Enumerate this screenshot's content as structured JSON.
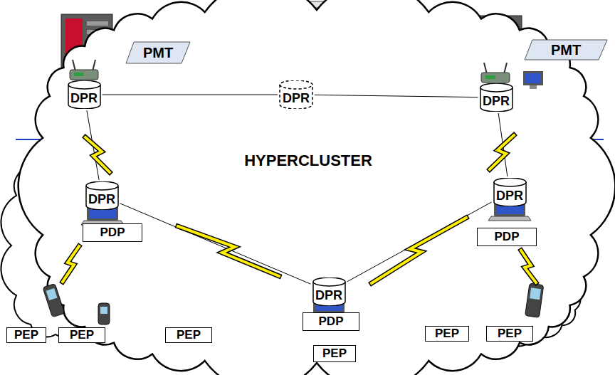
{
  "diagram": {
    "nodes": [
      {
        "text": [
          "HYPERCLUSTER"
        ]
      },
      {
        "text": [
          "PMT"
        ]
      },
      {
        "text": [
          "PMT"
        ]
      },
      {
        "text": [
          "DPR"
        ],
        "in": 0
      },
      {
        "text": [
          "DPR"
        ],
        "in": 0
      },
      {
        "text": [
          "DPR"
        ],
        "in": 0
      },
      {
        "text": [
          "DPR"
        ],
        "in": 0
      },
      {
        "text": [
          "DPR"
        ],
        "in": 0
      },
      {
        "text": [
          "PDP"
        ]
      },
      {
        "text": [
          "PDP"
        ]
      },
      {
        "text": [
          "DPR"
        ],
        "in": 0
      },
      {
        "text": [
          "PDP"
        ]
      },
      {
        "text": [
          "PEP"
        ]
      },
      {
        "text": [
          "PEP"
        ]
      },
      {
        "text": [
          "PEP"
        ]
      },
      {
        "text": [
          "PEP"
        ]
      },
      {
        "text": [
          "PEP"
        ]
      },
      {
        "text": [
          "PEP"
        ]
      }
    ],
    "edges": [
      {
        "from": 3,
        "to": 4,
        "arrow": "none"
      },
      {
        "from": 4,
        "to": 5,
        "arrow": "none"
      },
      {
        "from": 3,
        "to": 6,
        "arrow": "none"
      },
      {
        "from": 5,
        "to": 7,
        "arrow": "none"
      },
      {
        "from": 6,
        "to": 10,
        "arrow": "none"
      },
      {
        "from": 7,
        "to": 10,
        "arrow": "none"
      }
    ]
  }
}
